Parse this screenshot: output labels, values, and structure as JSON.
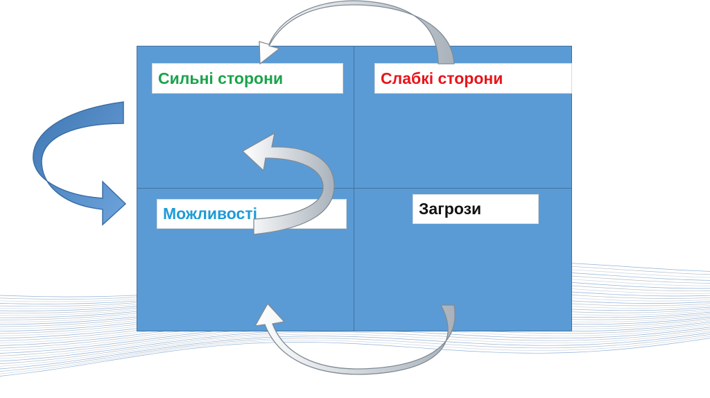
{
  "swot": {
    "strengths": {
      "label": "Сильні сторони",
      "color": "#1aa34a"
    },
    "weaknesses": {
      "label": "Слабкі сторони",
      "color": "#e8141a"
    },
    "opportunities": {
      "label": "Можливості",
      "color": "#1e9bd7"
    },
    "threats": {
      "label": "Загрози",
      "color": "#111111"
    }
  },
  "colors": {
    "quadrant_fill": "#5b9bd5",
    "quadrant_border": "#41719c",
    "arrow_blue": "#4f8bc9",
    "arrow_grey": "#b4bcc4"
  }
}
